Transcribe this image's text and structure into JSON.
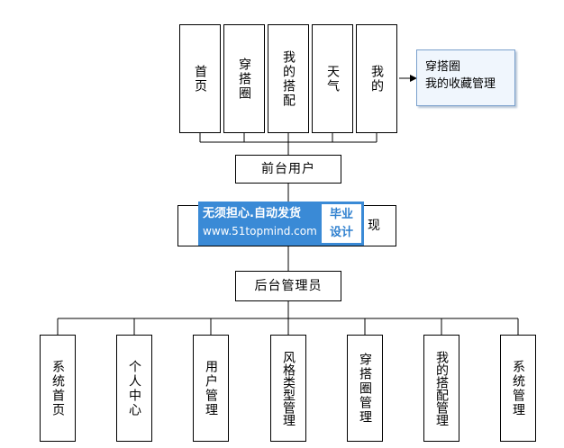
{
  "top_items": [
    {
      "label": "首页"
    },
    {
      "label": "穿搭圈"
    },
    {
      "label": "我的搭配"
    },
    {
      "label": "天气"
    },
    {
      "label": "我的"
    }
  ],
  "note": {
    "lines": [
      "穿搭圈",
      "我的收藏管理"
    ]
  },
  "front_user": "前台用户",
  "middle": {
    "tail_text": "现"
  },
  "watermark": {
    "line1": "无须担心.自动发货",
    "line2": "www.51topmind.com",
    "badge": [
      "毕业",
      "设计"
    ]
  },
  "admin": "后台管理员",
  "bottom_items": [
    {
      "label": "系统首页"
    },
    {
      "label": "个人中心"
    },
    {
      "label": "用户管理"
    },
    {
      "label": "风格类型管理"
    },
    {
      "label": "穿搭圈管理"
    },
    {
      "label": "我的搭配管理"
    },
    {
      "label": "系统管理"
    }
  ],
  "colors": {
    "line": "#000000",
    "note_bg": "#f0f6fd",
    "note_border": "#7aa0cc",
    "watermark_bg": "#3a8ad6",
    "watermark_badge_text": "#2f80cf"
  }
}
